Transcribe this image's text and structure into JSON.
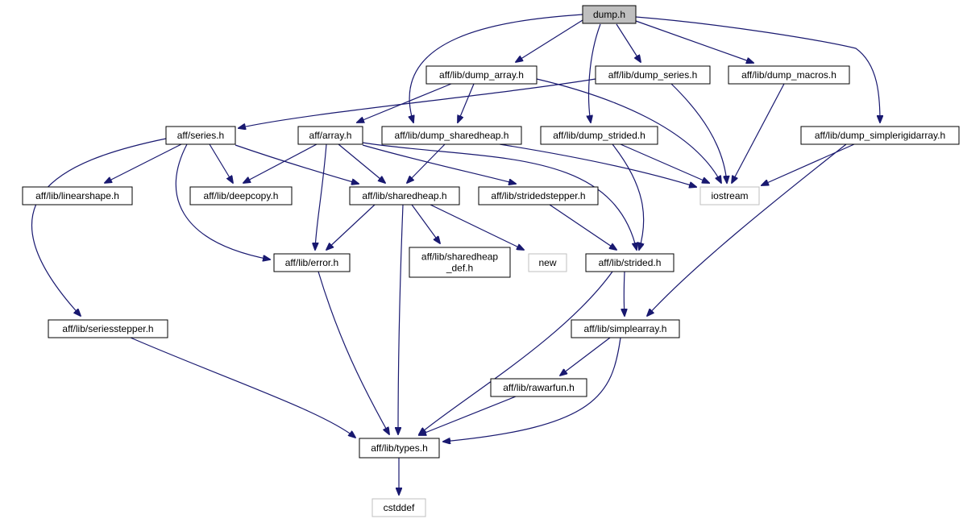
{
  "graph": {
    "nodes": [
      {
        "id": "dump_h",
        "label": [
          "dump.h"
        ],
        "kind": "root"
      },
      {
        "id": "dump_array",
        "label": [
          "aff/lib/dump_array.h"
        ],
        "kind": "file"
      },
      {
        "id": "dump_series",
        "label": [
          "aff/lib/dump_series.h"
        ],
        "kind": "file"
      },
      {
        "id": "dump_macros",
        "label": [
          "aff/lib/dump_macros.h"
        ],
        "kind": "file"
      },
      {
        "id": "series",
        "label": [
          "aff/series.h"
        ],
        "kind": "file"
      },
      {
        "id": "array",
        "label": [
          "aff/array.h"
        ],
        "kind": "file"
      },
      {
        "id": "dump_sharedheap",
        "label": [
          "aff/lib/dump_sharedheap.h"
        ],
        "kind": "file"
      },
      {
        "id": "dump_strided",
        "label": [
          "aff/lib/dump_strided.h"
        ],
        "kind": "file"
      },
      {
        "id": "dump_simplerigid",
        "label": [
          "aff/lib/dump_simplerigidarray.h"
        ],
        "kind": "file"
      },
      {
        "id": "linearshape",
        "label": [
          "aff/lib/linearshape.h"
        ],
        "kind": "file"
      },
      {
        "id": "deepcopy",
        "label": [
          "aff/lib/deepcopy.h"
        ],
        "kind": "file"
      },
      {
        "id": "sharedheap",
        "label": [
          "aff/lib/sharedheap.h"
        ],
        "kind": "file"
      },
      {
        "id": "stridedstepper",
        "label": [
          "aff/lib/stridedstepper.h"
        ],
        "kind": "file"
      },
      {
        "id": "iostream",
        "label": [
          "iostream"
        ],
        "kind": "external"
      },
      {
        "id": "error",
        "label": [
          "aff/lib/error.h"
        ],
        "kind": "file"
      },
      {
        "id": "sharedheap_def",
        "label": [
          "aff/lib/sharedheap",
          "_def.h"
        ],
        "kind": "file"
      },
      {
        "id": "new",
        "label": [
          "new"
        ],
        "kind": "external"
      },
      {
        "id": "strided",
        "label": [
          "aff/lib/strided.h"
        ],
        "kind": "file"
      },
      {
        "id": "seriesstepper",
        "label": [
          "aff/lib/seriesstepper.h"
        ],
        "kind": "file"
      },
      {
        "id": "simplearray",
        "label": [
          "aff/lib/simplearray.h"
        ],
        "kind": "file"
      },
      {
        "id": "rawarfun",
        "label": [
          "aff/lib/rawarfun.h"
        ],
        "kind": "file"
      },
      {
        "id": "types",
        "label": [
          "aff/lib/types.h"
        ],
        "kind": "file"
      },
      {
        "id": "cstddef",
        "label": [
          "cstddef"
        ],
        "kind": "external"
      }
    ],
    "edges": [
      [
        "dump_h",
        "dump_array"
      ],
      [
        "dump_h",
        "dump_series"
      ],
      [
        "dump_h",
        "dump_macros"
      ],
      [
        "dump_h",
        "dump_sharedheap"
      ],
      [
        "dump_h",
        "dump_strided"
      ],
      [
        "dump_h",
        "dump_simplerigid"
      ],
      [
        "dump_array",
        "array"
      ],
      [
        "dump_array",
        "dump_sharedheap"
      ],
      [
        "dump_array",
        "iostream"
      ],
      [
        "dump_series",
        "series"
      ],
      [
        "dump_series",
        "iostream"
      ],
      [
        "dump_macros",
        "iostream"
      ],
      [
        "series",
        "linearshape"
      ],
      [
        "series",
        "deepcopy"
      ],
      [
        "series",
        "sharedheap"
      ],
      [
        "series",
        "error"
      ],
      [
        "series",
        "seriesstepper"
      ],
      [
        "array",
        "deepcopy"
      ],
      [
        "array",
        "sharedheap"
      ],
      [
        "array",
        "stridedstepper"
      ],
      [
        "array",
        "error"
      ],
      [
        "array",
        "strided"
      ],
      [
        "dump_sharedheap",
        "sharedheap"
      ],
      [
        "dump_sharedheap",
        "iostream"
      ],
      [
        "dump_strided",
        "strided"
      ],
      [
        "dump_strided",
        "iostream"
      ],
      [
        "dump_simplerigid",
        "iostream"
      ],
      [
        "dump_simplerigid",
        "simplearray"
      ],
      [
        "sharedheap",
        "error"
      ],
      [
        "sharedheap",
        "sharedheap_def"
      ],
      [
        "sharedheap",
        "new"
      ],
      [
        "sharedheap",
        "types"
      ],
      [
        "stridedstepper",
        "strided"
      ],
      [
        "error",
        "types"
      ],
      [
        "strided",
        "simplearray"
      ],
      [
        "strided",
        "types"
      ],
      [
        "seriesstepper",
        "types"
      ],
      [
        "simplearray",
        "rawarfun"
      ],
      [
        "simplearray",
        "types"
      ],
      [
        "rawarfun",
        "types"
      ],
      [
        "types",
        "cstddef"
      ]
    ]
  }
}
